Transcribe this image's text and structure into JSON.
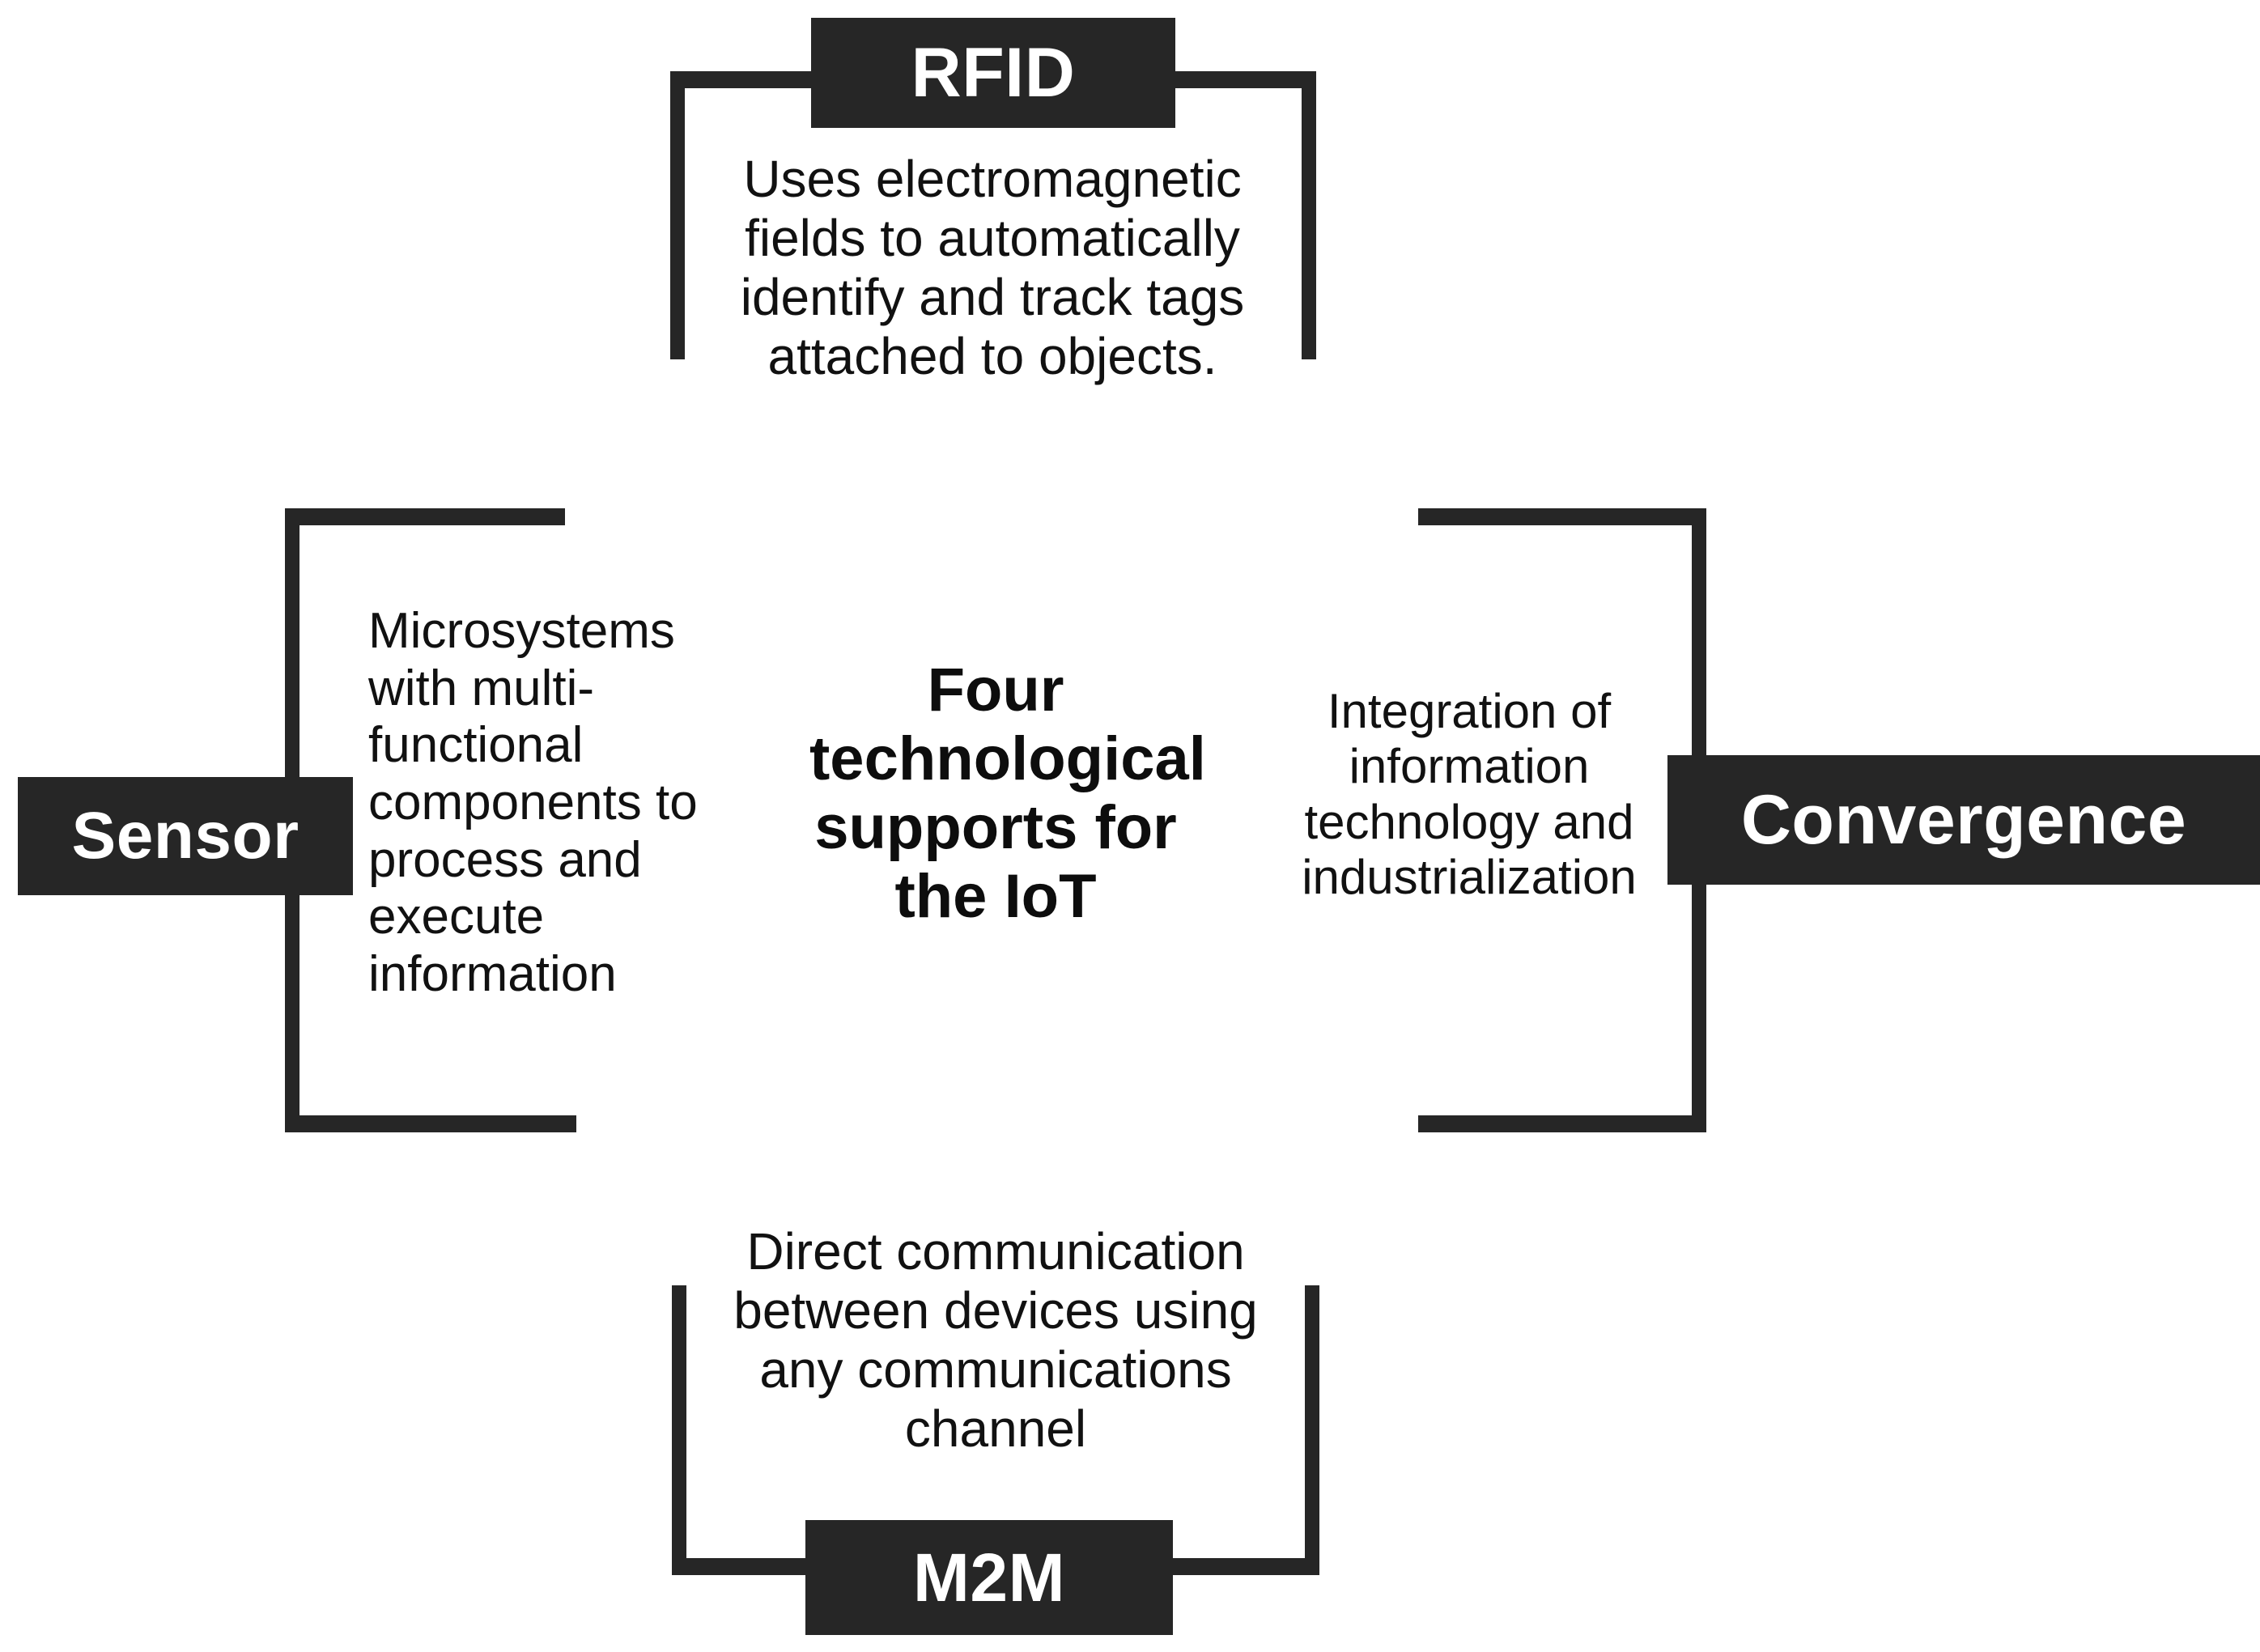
{
  "center": {
    "statement": "Four\ntechnological\nsupports for\nthe IoT"
  },
  "colors": {
    "chip_background": "#262626",
    "chip_text": "#ffffff",
    "bracket": "#262626",
    "body_text": "#111111",
    "page_background": "#ffffff"
  },
  "nodes": [
    {
      "id": "rfid",
      "position": "top",
      "label": "RFID",
      "description": "Uses electromagnetic\nfields to automatically\nidentify and track tags\nattached to objects.",
      "bracket": "top-bar-with-two-downward-legs"
    },
    {
      "id": "sensor",
      "position": "left",
      "label": "Sensor",
      "description": "Microsystems\nwith multi-\nfunctional\ncomponents to\nprocess and\nexecute\ninformation",
      "bracket": "left-vertical-with-two-rightward-arms"
    },
    {
      "id": "convergence",
      "position": "right",
      "label": "Convergence",
      "description": "Integration of\ninformation\ntechnology and\nindustrialization",
      "bracket": "right-vertical-with-two-leftward-arms"
    },
    {
      "id": "m2m",
      "position": "bottom",
      "label": "M2M",
      "description": "Direct communication\nbetween devices using\nany communications\nchannel",
      "bracket": "bottom-bar-with-two-upward-legs"
    }
  ]
}
